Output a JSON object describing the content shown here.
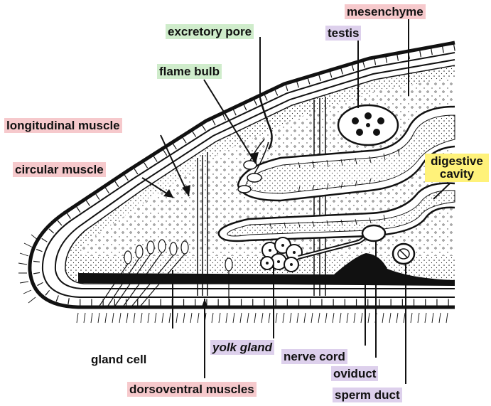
{
  "labels": {
    "mesenchyme": "mesenchyme",
    "excretory_pore": "excretory pore",
    "testis": "testis",
    "flame_bulb": "flame bulb",
    "longitudinal_muscle": "longitudinal muscle",
    "circular_muscle": "circular muscle",
    "digestive_cavity_line1": "digestive",
    "digestive_cavity_line2": "cavity",
    "gland_cell": "gland cell",
    "yolk_gland": "yolk gland",
    "nerve_cord": "nerve cord",
    "oviduct": "oviduct",
    "dorsoventral_muscles": "dorsoventral muscles",
    "sperm_duct": "sperm duct"
  },
  "highlight_colors": {
    "red": "#f6c9cc",
    "green": "#cfeccb",
    "purple": "#ddd0ec",
    "yellow": "#fff27a"
  }
}
